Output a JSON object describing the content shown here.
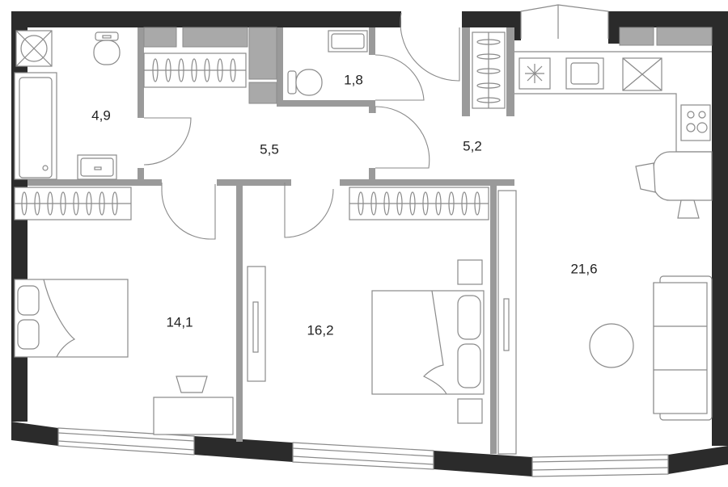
{
  "plan": {
    "colors": {
      "exterior_wall": "#2b2b2b",
      "partition_wall": "#9a9a9a",
      "fixture_line": "#8a8a8a",
      "background": "#ffffff",
      "label": "#222222"
    },
    "rooms": [
      {
        "id": "bathroom",
        "area": "4,9"
      },
      {
        "id": "toilet",
        "area": "1,8"
      },
      {
        "id": "hallway",
        "area": "5,5"
      },
      {
        "id": "entrance",
        "area": "5,2"
      },
      {
        "id": "bedroom-left",
        "area": "14,1"
      },
      {
        "id": "bedroom-middle",
        "area": "16,2"
      },
      {
        "id": "living-kitchen",
        "area": "21,6"
      }
    ],
    "fixture_icons": [
      "bathtub-icon",
      "sink-icon",
      "toilet-icon",
      "washing-machine-icon",
      "wardrobe-icon",
      "bed-icon",
      "desk-icon",
      "chair-icon",
      "stove-icon",
      "kitchen-sink-icon",
      "sofa-icon",
      "round-table-icon",
      "dining-table-icon",
      "door-icon",
      "window-icon"
    ]
  }
}
